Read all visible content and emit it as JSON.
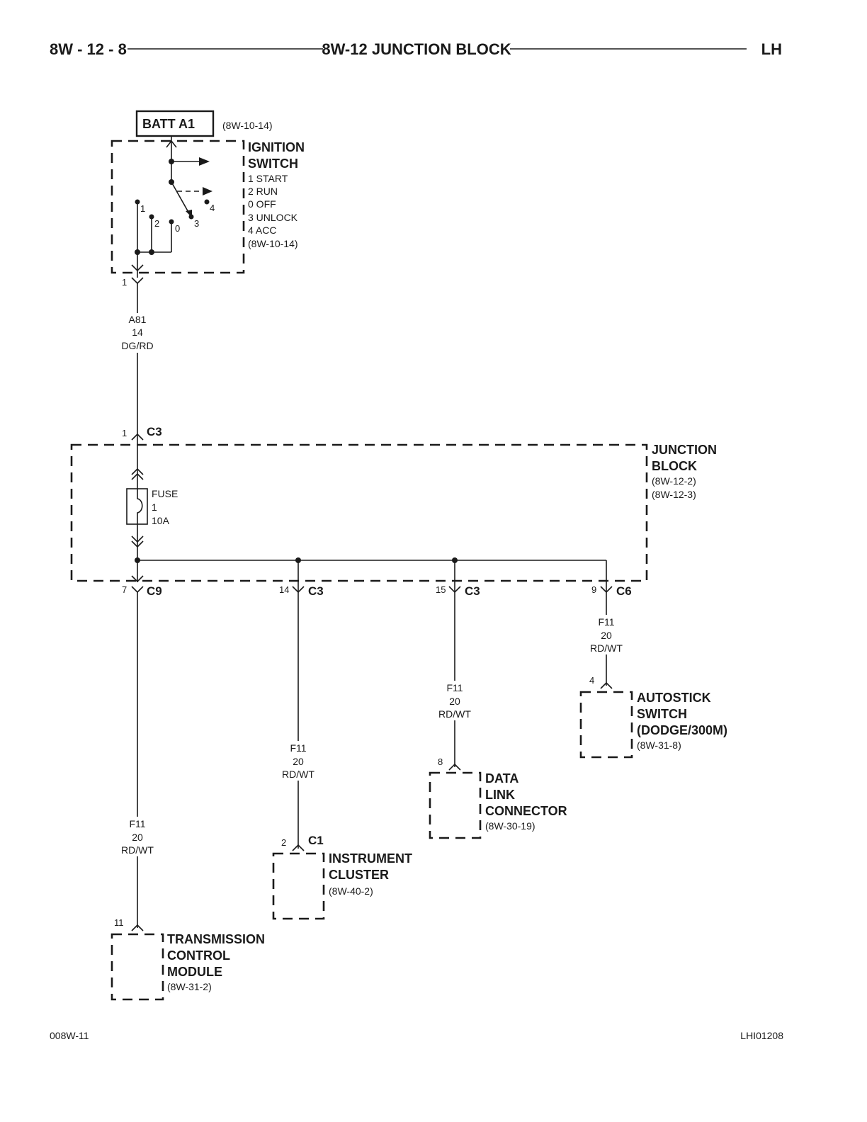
{
  "header": {
    "page_number": "8W - 12 - 8",
    "title": "8W-12 JUNCTION BLOCK",
    "side": "LH"
  },
  "footer": {
    "left_code": "008W-11",
    "right_code": "LHI01208"
  },
  "batt": {
    "label": "BATT A1",
    "ref": "(8W-10-14)"
  },
  "ignition_switch": {
    "name_line1": "IGNITION",
    "name_line2": "SWITCH",
    "positions": [
      "1 START",
      "2 RUN",
      "0 OFF",
      "3 UNLOCK",
      "4 ACC"
    ],
    "ref": "(8W-10-14)",
    "contact_labels": [
      "1",
      "2",
      "0",
      "3",
      "4"
    ],
    "output_pin": "1"
  },
  "wire_a81": {
    "circuit": "A81",
    "gauge": "14",
    "color": "DG/RD"
  },
  "junction_block": {
    "name_line1": "JUNCTION",
    "name_line2": "BLOCK",
    "refs": [
      "(8W-12-2)",
      "(8W-12-3)"
    ],
    "input_pin": "1",
    "input_connector": "C3",
    "fuse": {
      "label": "FUSE",
      "number": "1",
      "rating": "10A"
    }
  },
  "branches": [
    {
      "pin": "7",
      "connector": "C9",
      "wire": {
        "circuit": "F11",
        "gauge": "20",
        "color": "RD/WT"
      }
    },
    {
      "pin": "14",
      "connector": "C3",
      "wire": {
        "circuit": "F11",
        "gauge": "20",
        "color": "RD/WT"
      }
    },
    {
      "pin": "15",
      "connector": "C3",
      "wire": {
        "circuit": "F11",
        "gauge": "20",
        "color": "RD/WT"
      }
    },
    {
      "pin": "9",
      "connector": "C6",
      "wire": {
        "circuit": "F11",
        "gauge": "20",
        "color": "RD/WT"
      }
    }
  ],
  "modules": {
    "tcm": {
      "pin": "11",
      "name": [
        "TRANSMISSION",
        "CONTROL",
        "MODULE"
      ],
      "ref": "(8W-31-2)"
    },
    "cluster": {
      "pin": "2",
      "connector": "C1",
      "name": [
        "INSTRUMENT",
        "CLUSTER"
      ],
      "ref": "(8W-40-2)"
    },
    "dlc": {
      "pin": "8",
      "name": [
        "DATA",
        "LINK",
        "CONNECTOR"
      ],
      "ref": "(8W-30-19)"
    },
    "autostick": {
      "pin": "4",
      "name": [
        "AUTOSTICK",
        "SWITCH",
        "(DODGE/300M)"
      ],
      "ref": "(8W-31-8)"
    }
  }
}
